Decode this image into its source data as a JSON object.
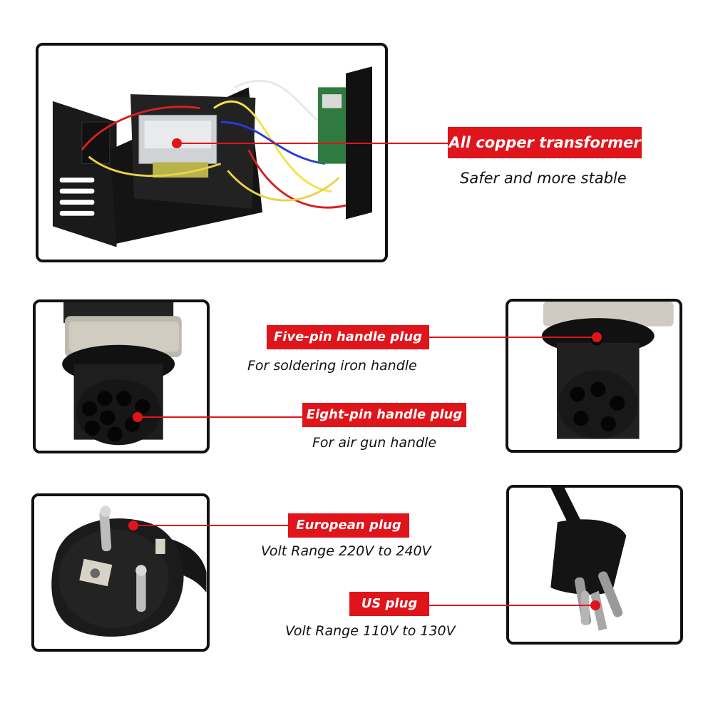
{
  "transformer": {
    "label": "All copper transformer",
    "caption": "Safer and more stable"
  },
  "five_pin": {
    "label": "Five-pin handle plug",
    "caption": "For soldering iron handle"
  },
  "eight_pin": {
    "label": "Eight-pin handle plug",
    "caption": "For air gun handle"
  },
  "european_plug": {
    "label": "European plug",
    "caption": "Volt Range 220V to 240V"
  },
  "us_plug": {
    "label": "US plug",
    "caption": "Volt Range 110V to 130V"
  },
  "colors": {
    "accent": "#e0141b",
    "frame": "#111111"
  }
}
